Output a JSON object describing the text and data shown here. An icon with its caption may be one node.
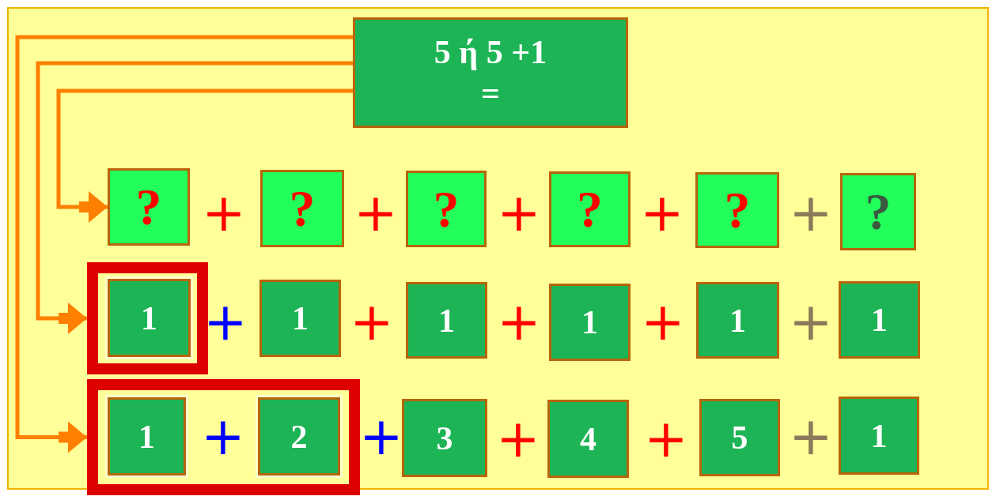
{
  "diagram": {
    "nodes": [
      {
        "text": [
          "5 ή 5 +1",
          "="
        ]
      },
      {
        "text": [
          "?"
        ]
      },
      {
        "text": [
          "?"
        ]
      },
      {
        "text": [
          "?"
        ]
      },
      {
        "text": [
          "?"
        ]
      },
      {
        "text": [
          "?"
        ]
      },
      {
        "text": [
          "?"
        ]
      },
      {
        "text": [],
        "shape": "box"
      },
      {
        "text": [
          "1"
        ],
        "in": 7
      },
      {
        "text": [
          "1"
        ]
      },
      {
        "text": [
          "1"
        ]
      },
      {
        "text": [
          "1"
        ]
      },
      {
        "text": [
          "1"
        ]
      },
      {
        "text": [
          "1"
        ]
      },
      {
        "text": [],
        "shape": "box"
      },
      {
        "text": [
          "1"
        ],
        "in": 14
      },
      {
        "text": [
          "2"
        ],
        "in": 14
      },
      {
        "text": [
          "3"
        ]
      },
      {
        "text": [
          "4"
        ]
      },
      {
        "text": [
          "5"
        ]
      },
      {
        "text": [
          "1"
        ]
      }
    ],
    "edges": [
      {
        "from": 0,
        "to": 1,
        "arrow": "to"
      },
      {
        "from": 0,
        "to": 7,
        "arrow": "to"
      },
      {
        "from": 0,
        "to": 14,
        "arrow": "to"
      }
    ],
    "labels": [
      "+",
      "+",
      "+",
      "+",
      "+",
      "+",
      "+",
      "+",
      "+",
      "+",
      "+",
      "+",
      "+",
      "+",
      "+"
    ]
  }
}
